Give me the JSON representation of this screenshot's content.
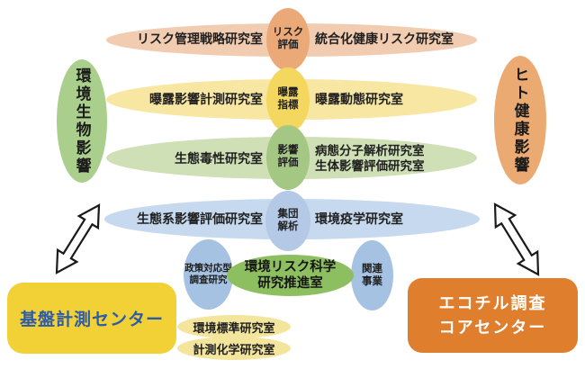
{
  "impact_domains": {
    "left": "環境生物影響",
    "right": "ヒト健康影響"
  },
  "matrix_rows": [
    {
      "stage": "リスク\n評価",
      "left_lab": "リスク管理戦略研究室",
      "right_lab": "統合化健康リスク研究室"
    },
    {
      "stage": "曝露\n指標",
      "left_lab": "曝露影響計測研究室",
      "right_lab": "曝露動態研究室"
    },
    {
      "stage": "影響\n評価",
      "left_lab": "生態毒性研究室",
      "right_lab": "病態分子解析研究室\n生体影響評価研究室"
    },
    {
      "stage": "集団\n解析",
      "left_lab": "生態系影響評価研究室",
      "right_lab": "環境疫学研究室"
    }
  ],
  "promotion": {
    "policy_research": "政策対応型\n調査研究",
    "office": "環境リスク科学\n研究推進室",
    "related_projects": "関連\n事業"
  },
  "centers": {
    "measurement": "基盤計測センター",
    "ecochil": "エコチル調査\nコアセンター"
  },
  "measurement_labs": [
    "環境標準研究室",
    "計測化学研究室"
  ],
  "colors": {
    "row1_band": "#f1ccb0",
    "row1_node": "#eca978",
    "row2_band": "#f8e7a2",
    "row2_node": "#f4d75f",
    "row3_band": "#cfe0b6",
    "row3_node": "#a4c783",
    "row4_band": "#c6d9ee",
    "row4_node": "#b4c9e6",
    "left_domain": "#aacf8c",
    "right_domain": "#ebaa72",
    "office_green": "#8dbf61",
    "side_blue": "#a5c2e2",
    "small_lab_yellow": "#f4e59d",
    "measurement_center_bg": "#f1d135",
    "measurement_center_text": "#2e5ba9",
    "ecochil_bg": "#df7f2e",
    "ecochil_text": "#ffffff"
  }
}
